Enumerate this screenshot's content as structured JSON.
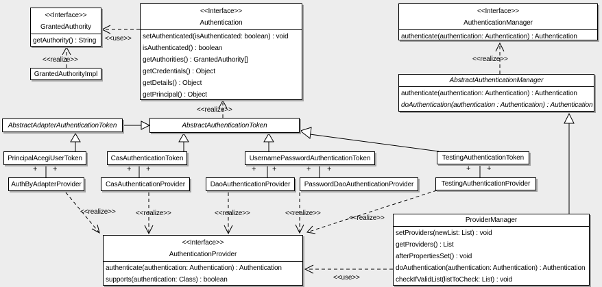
{
  "edge_labels": {
    "use": "<<use>>",
    "realize": "<<realize>>",
    "plus": "+"
  },
  "classes": {
    "granted_authority": {
      "stereotype": "<<Interface>>",
      "name": "GrantedAuthority",
      "methods": [
        "getAuthority() : String"
      ]
    },
    "granted_authority_impl": {
      "name": "GrantedAuthorityImpl"
    },
    "authentication": {
      "stereotype": "<<Interface>>",
      "name": "Authentication",
      "methods": [
        "setAuthenticated(isAuthenticated: boolean) : void",
        "isAuthenticated() : boolean",
        "getAuthorities() : GrantedAuthority[]",
        "getCredentials() : Object",
        "getDetails() : Object",
        "getPrincipal() : Object"
      ]
    },
    "authentication_manager": {
      "stereotype": "<<Interface>>",
      "name": "AuthenticationManager",
      "methods": [
        "authenticate(authentication: Authentication) : Authentication"
      ]
    },
    "abstract_authentication_manager": {
      "name": "AbstractAuthenticationManager",
      "methods": [
        "authenticate(authentication: Authentication) : Authentication",
        "doAuthentication(authentication : Authentication) : Authentication"
      ]
    },
    "abstract_adapter_authentication_token": {
      "name": "AbstractAdapterAuthenticationToken"
    },
    "abstract_authentication_token": {
      "name": "AbstractAuthenticationToken"
    },
    "principal_acegi_user_token": {
      "name": "PrincipalAcegiUserToken"
    },
    "cas_authentication_token": {
      "name": "CasAuthenticationToken"
    },
    "username_password_authentication_token": {
      "name": "UsernamePasswordAuthenticationToken"
    },
    "testing_authentication_token": {
      "name": "TestingAuthenticationToken"
    },
    "auth_by_adapter_provider": {
      "name": "AuthByAdapterProvider"
    },
    "cas_authentication_provider": {
      "name": "CasAuthenticationProvider"
    },
    "dao_authentication_provider": {
      "name": "DaoAuthenticationProvider"
    },
    "password_dao_authentication_provider": {
      "name": "PasswordDaoAuthenticationProvider"
    },
    "testing_authentication_provider": {
      "name": "TestingAuthenticationProvider"
    },
    "authentication_provider": {
      "stereotype": "<<Interface>>",
      "name": "AuthenticationProvider",
      "methods": [
        "authenticate(authentication: Authentication) : Authentication",
        "supports(authentication: Class) : boolean"
      ]
    },
    "provider_manager": {
      "name": "ProviderManager",
      "methods": [
        "setProviders(newList: List) : void",
        "getProviders() : List",
        "afterPropertiesSet() : void",
        "doAuthentication(authentication: Authentication) : Authentication",
        "checkIfValidList(listToCheck: List) : void"
      ]
    }
  },
  "colors": {
    "background": "#ededed",
    "box_fill": "#ffffff",
    "line": "#000000",
    "shadow": "#a3a3a3"
  }
}
